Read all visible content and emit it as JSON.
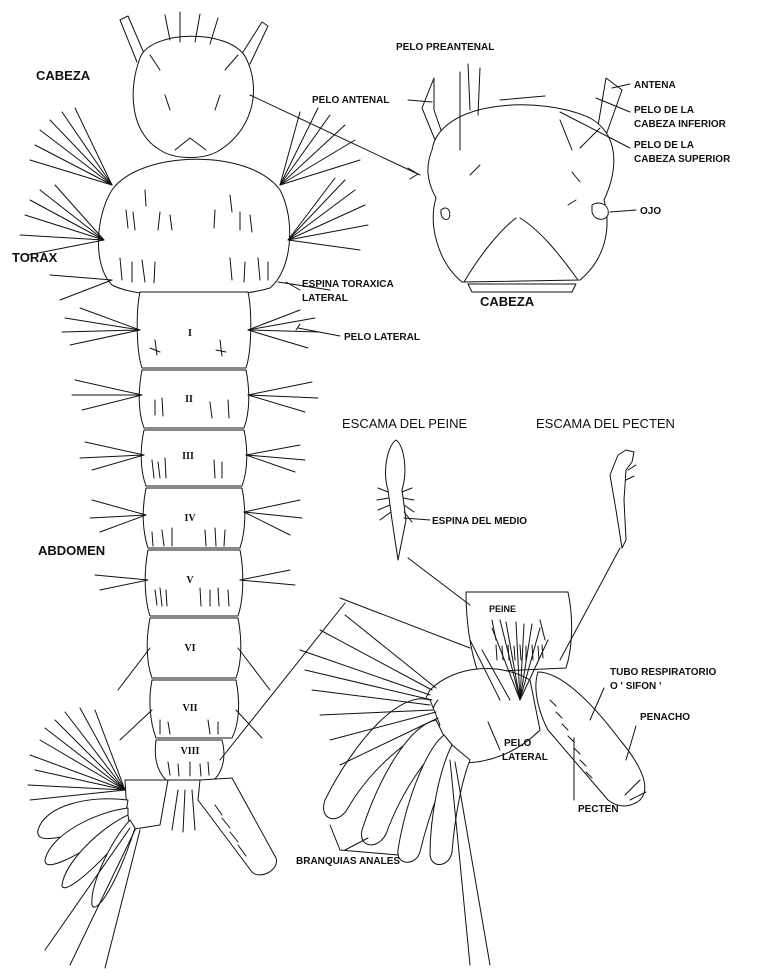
{
  "labels": {
    "cabeza": "CABEZA",
    "torax": "TORAX",
    "abdomen": "ABDOMEN",
    "pelo_preantenal": "PELO PREANTENAL",
    "pelo_antenal": "PELO ANTENAL",
    "antena": "ANTENA",
    "pelo_cabeza_inferior_1": "PELO DE LA",
    "pelo_cabeza_inferior_2": "CABEZA INFERIOR",
    "pelo_cabeza_superior_1": "PELO DE LA",
    "pelo_cabeza_superior_2": "CABEZA SUPERIOR",
    "ojo": "OJO",
    "cabeza_detalle": "CABEZA",
    "espina_toraxica_1": "ESPINA TORAXICA",
    "espina_toraxica_2": "LATERAL",
    "pelo_lateral_abdomen": "PELO LATERAL",
    "escama_peine": "ESCAMA DEL PEINE",
    "escama_pecten": "ESCAMA DEL PECTEN",
    "espina_medio": "ESPINA DEL MEDIO",
    "peine": "PEINE",
    "tubo_respiratorio_1": "TUBO RESPIRATORIO",
    "tubo_respiratorio_2": "O ' SIFON '",
    "penacho": "PENACHO",
    "pelo_lateral_1": "PELO",
    "pelo_lateral_2": "LATERAL",
    "pecten": "PECTEN",
    "branquias_anales": "BRANQUIAS ANALES"
  },
  "segments": [
    "I",
    "II",
    "III",
    "IV",
    "V",
    "VI",
    "VII",
    "VIII"
  ]
}
